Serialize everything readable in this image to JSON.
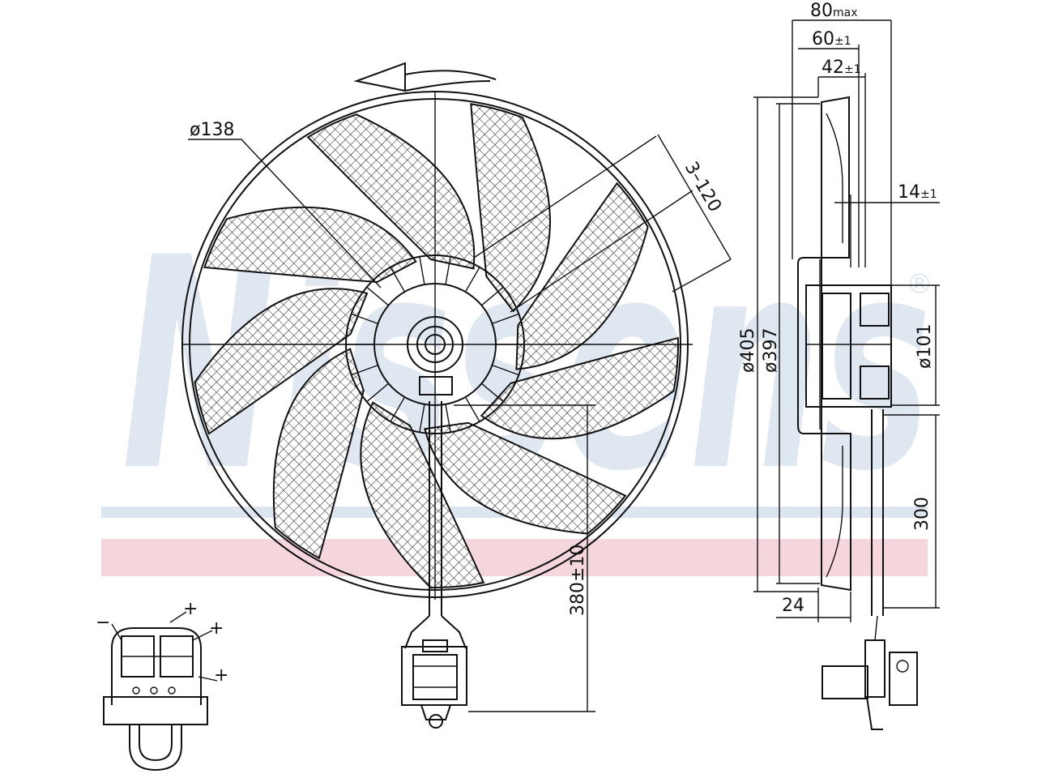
{
  "watermark": {
    "text": "Nissens",
    "registered_mark": "®",
    "color_blue": "#dfe7f1",
    "color_red": "#f5d6dc",
    "color_stripe_blue": "#dde6f0"
  },
  "dimensions": {
    "depth_max": {
      "value": "80",
      "suffix": "max"
    },
    "depth_60": {
      "value": "60",
      "tol": "±1"
    },
    "depth_42": {
      "value": "42",
      "tol": "±1"
    },
    "offset_14": {
      "value": "14",
      "tol": "±1"
    },
    "hub_diameter": {
      "value": "ø138"
    },
    "bolt_pattern": {
      "value": "3–120"
    },
    "outer_diameter": {
      "value": "ø405"
    },
    "blade_diameter": {
      "value": "ø397"
    },
    "motor_diameter": {
      "value": "ø101"
    },
    "side_cable": {
      "value": "300"
    },
    "front_cable": {
      "value": "380±10"
    },
    "shroud_depth": {
      "value": "24"
    }
  },
  "connector_pins": {
    "minus": "−",
    "plus_1": "+",
    "plus_2": "+",
    "plus_3": "+"
  },
  "fan": {
    "blade_count": 9,
    "rotation": "counter-clockwise"
  }
}
